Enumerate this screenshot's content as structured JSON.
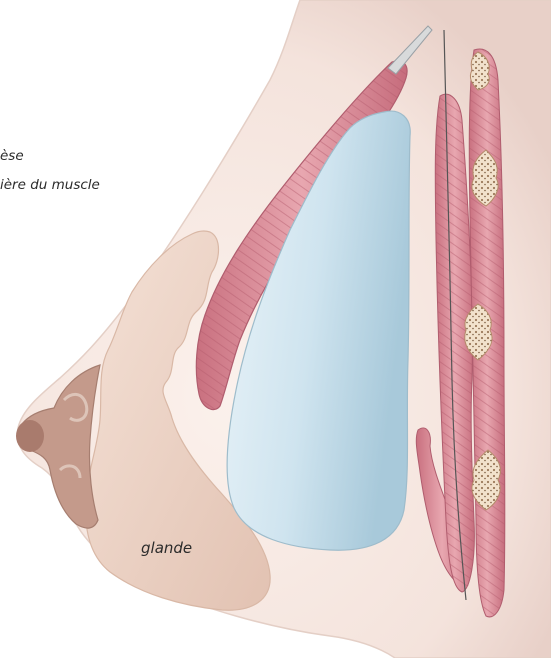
{
  "labels": {
    "implant_line1": "èse",
    "implant_line2": "ière du muscle",
    "gland": "glande"
  },
  "colors": {
    "skin": "#f6e9e3",
    "gland": "#ecd4c6",
    "implant": "#cfe4ef",
    "muscle": "#d98f9c",
    "areola": "#b89081",
    "background": "#ffffff"
  }
}
